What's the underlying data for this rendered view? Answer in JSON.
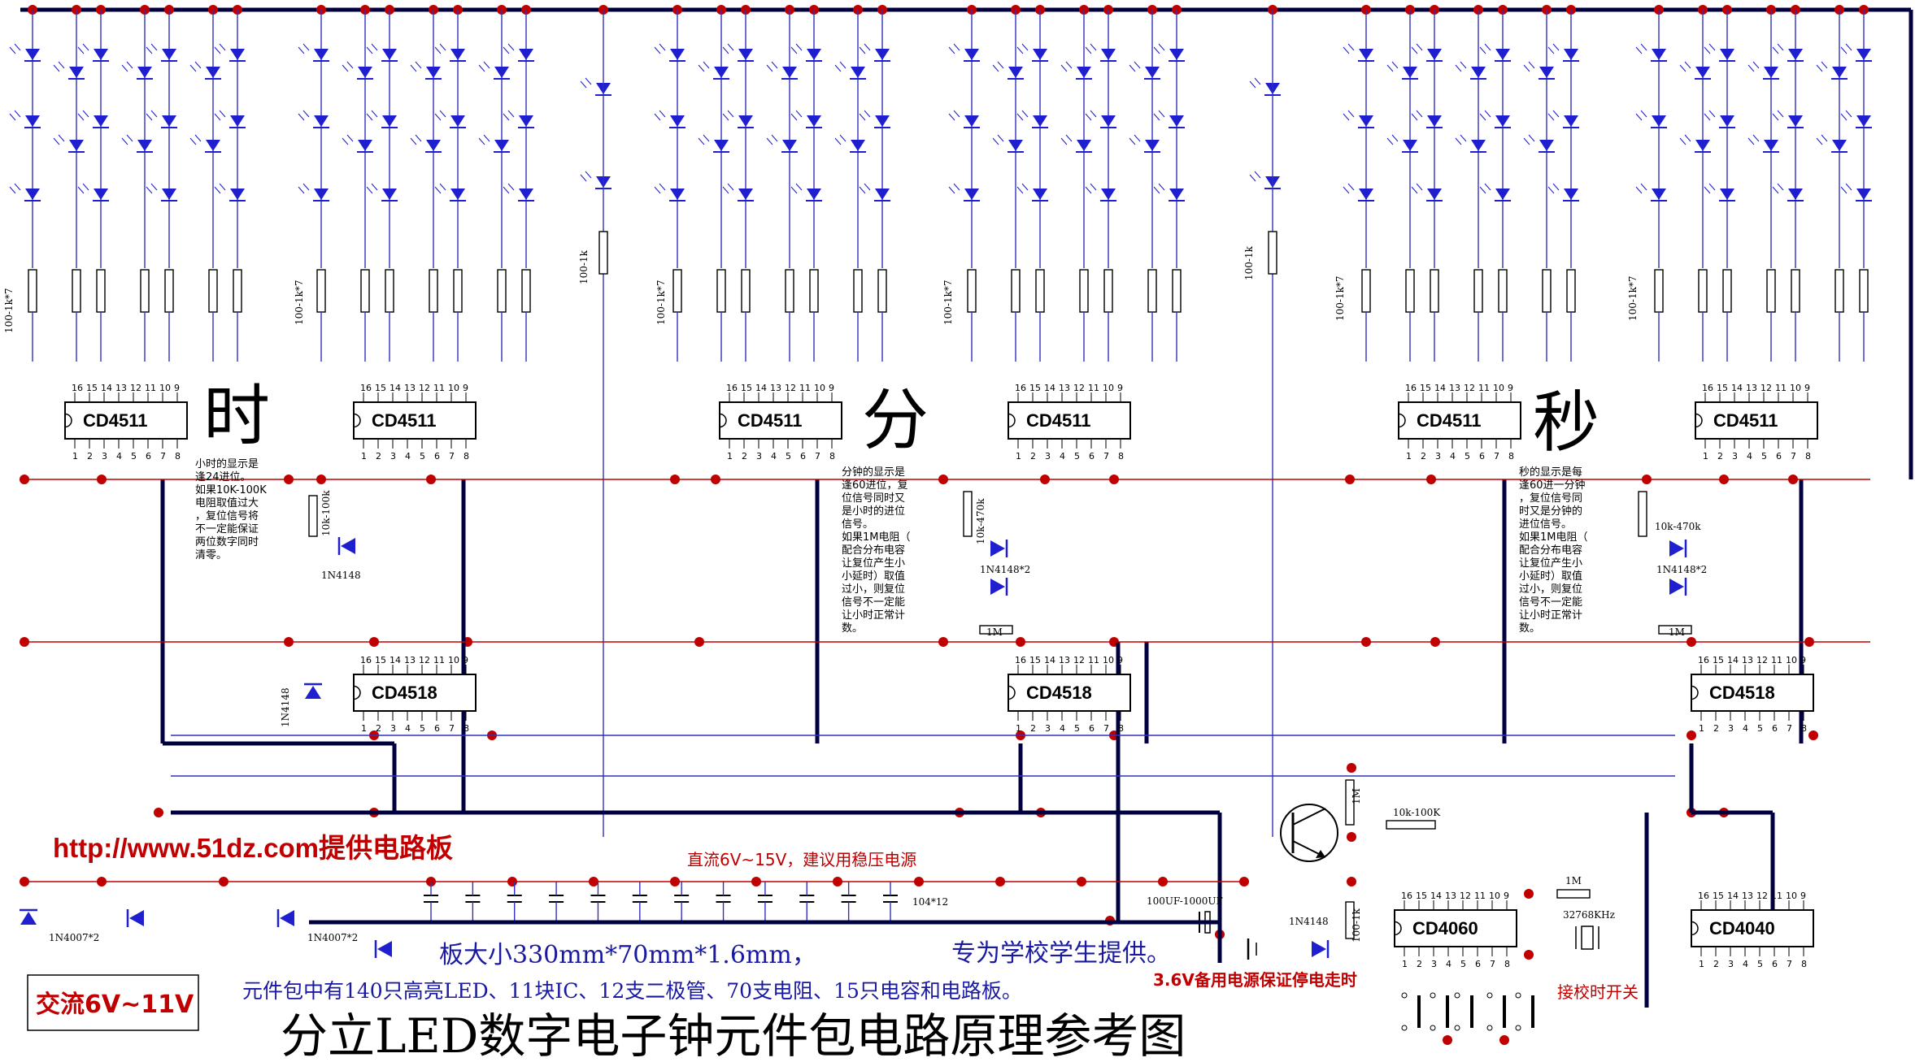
{
  "title": "分立LED数字电子钟元件包电路原理参考图",
  "url_line": "http://www.51dz.com提供电路板",
  "dc_supply": "直流6V~15V，建议用稳压电源",
  "ac_supply": "交流6V~11V",
  "board_size": "板大小330mm*70mm*1.6mm，",
  "for_schools": "专为学校学生提供。",
  "kit_contents": "元件包中有140只高亮LED、11块IC、12支二极管、70支电阻、15只电容和电路板。",
  "backup_note": "3.6V备用电源保证停电走时",
  "set_switch": "接校时开关",
  "sections": {
    "hour": "时",
    "minute": "分",
    "second": "秒"
  },
  "notes": {
    "hour": [
      "小时的显示是",
      "逢24进位。",
      "如果10K-100K",
      "电阻取值过大",
      "，复位信号将",
      "不一定能保证",
      "两位数字同时",
      "清零。"
    ],
    "minute": [
      "分钟的显示是",
      "逢60进位，复",
      "位信号同时又",
      "是小时的进位",
      "信号。",
      "如果1M电阻（",
      "配合分布电容",
      "让复位产生小",
      "小延时）取值",
      "过小，则复位",
      "信号不一定能",
      "让小时正常计",
      "数。"
    ],
    "second": [
      "秒的显示是每",
      "逢60进一分钟",
      "，复位信号同",
      "时又是分钟的",
      "进位信号。",
      "如果1M电阻（",
      "配合分布电容",
      "让复位产生小",
      "小延时）取值",
      "过小，则复位",
      "信号不一定能",
      "让小时正常计",
      "数。"
    ]
  },
  "ics": {
    "cd4511": "CD4511",
    "cd4518": "CD4518",
    "cd4060": "CD4060",
    "cd4040": "CD4040"
  },
  "pins_top": [
    "16",
    "15",
    "14",
    "13",
    "12",
    "11",
    "10",
    "9"
  ],
  "pins_bottom": [
    "1",
    "2",
    "3",
    "4",
    "5",
    "6",
    "7",
    "8"
  ],
  "component_labels": {
    "seg_res": "100-1k*7",
    "colon_res": "100-1k",
    "r_hour_reset": "10k-100k",
    "r_reset": "10k-470k",
    "d_1n4148": "1N4148",
    "d_1n4148x2": "1N4148*2",
    "r_1m": "1M",
    "d_1n4007": "1N4007*2",
    "caps": "104*12",
    "big_cap": "100UF-1000UF",
    "r_10k_100k": "10k-100K",
    "crystal": "32768KHz",
    "r_1m_osc": "1M"
  },
  "colors": {
    "wire_blue": "#3030c0",
    "wire_red": "#c00000",
    "bus": "#000040",
    "led": "#1f1fd0",
    "title": "#000000"
  }
}
